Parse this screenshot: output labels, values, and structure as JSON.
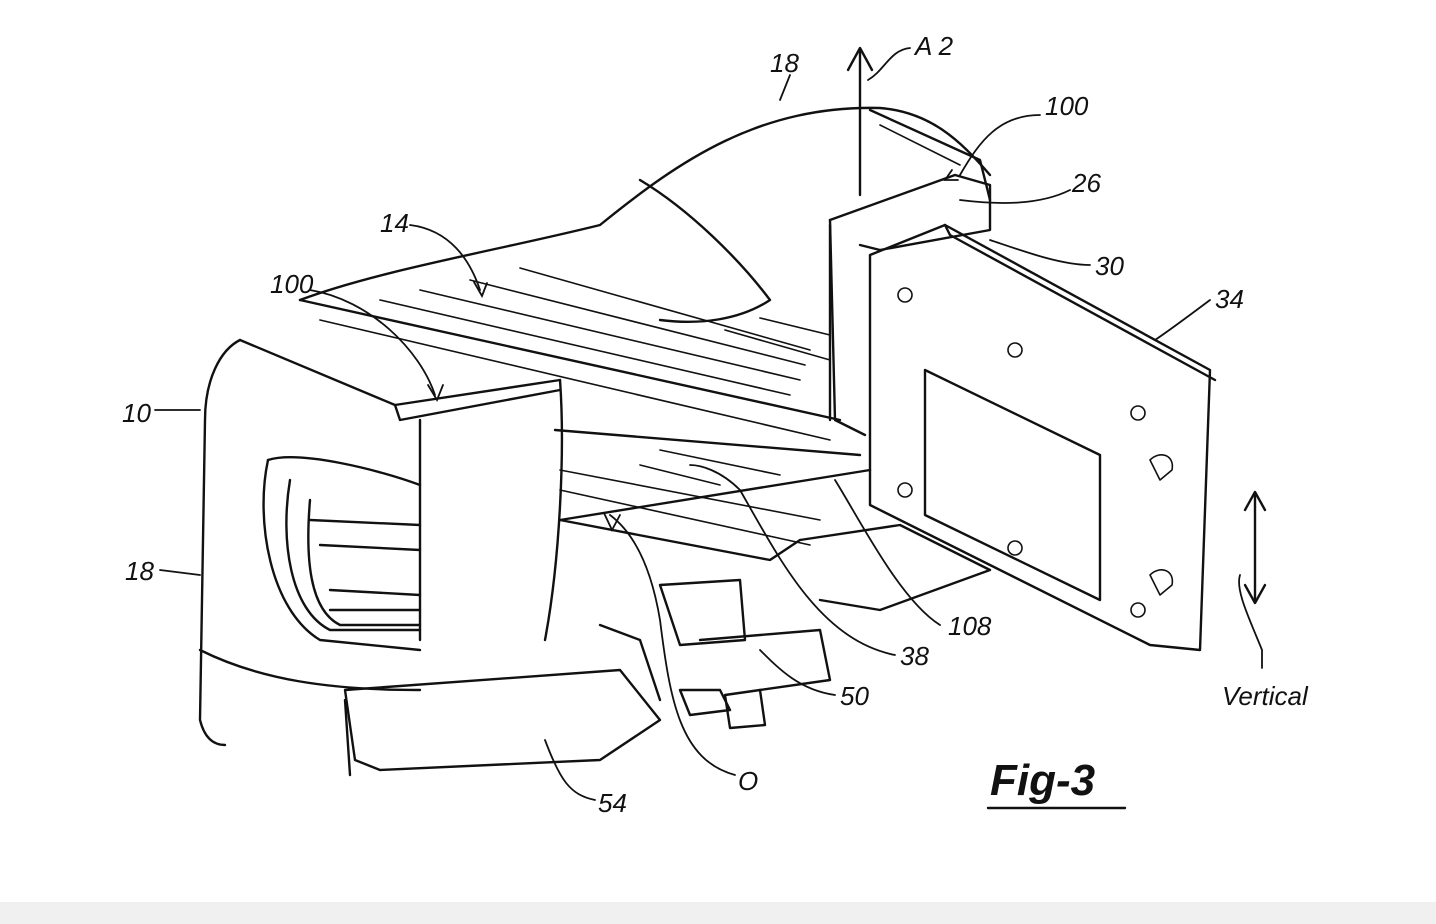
{
  "figure": {
    "title": "Fig-3",
    "reference_labels": [
      {
        "key": "18_top",
        "text": "18"
      },
      {
        "key": "a2",
        "text": "A 2"
      },
      {
        "key": "100_right",
        "text": "100"
      },
      {
        "key": "26",
        "text": "26"
      },
      {
        "key": "30",
        "text": "30"
      },
      {
        "key": "34",
        "text": "34"
      },
      {
        "key": "14",
        "text": "14"
      },
      {
        "key": "100_left",
        "text": "100"
      },
      {
        "key": "10",
        "text": "10"
      },
      {
        "key": "18_left",
        "text": "18"
      },
      {
        "key": "108",
        "text": "108"
      },
      {
        "key": "38",
        "text": "38"
      },
      {
        "key": "50",
        "text": "50"
      },
      {
        "key": "o",
        "text": "O"
      },
      {
        "key": "54",
        "text": "54"
      },
      {
        "key": "vertical",
        "text": "Vertical"
      }
    ]
  }
}
